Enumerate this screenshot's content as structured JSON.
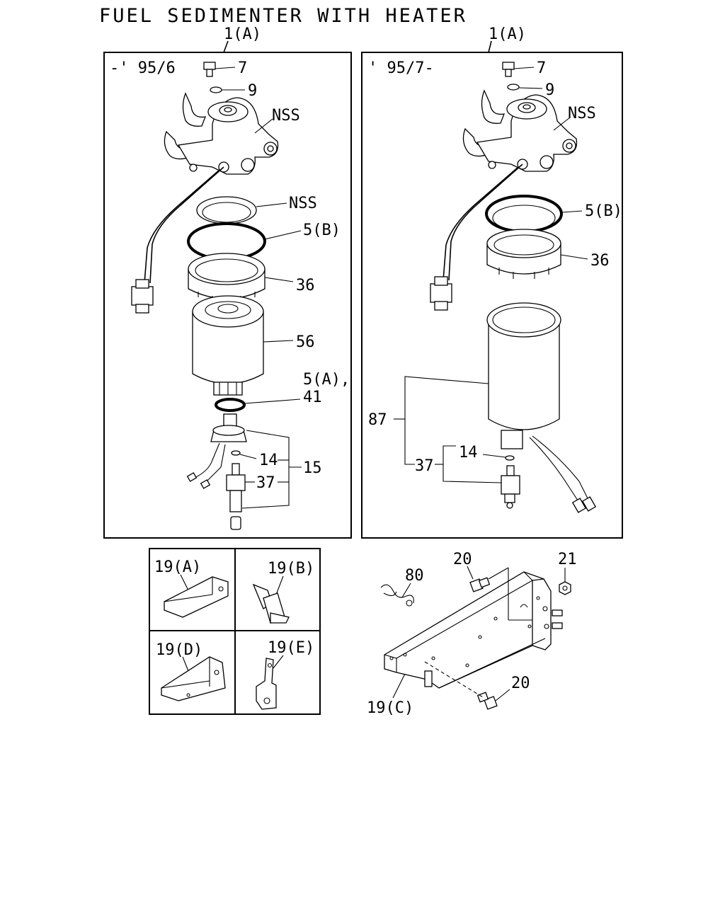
{
  "title": "FUEL SEDIMENTER WITH HEATER",
  "panels": {
    "left": {
      "ref": "1(A)",
      "period": "-' 95/6"
    },
    "right": {
      "ref": "1(A)",
      "period": "' 95/7-"
    }
  },
  "left_labels": {
    "p7": "7",
    "p9": "9",
    "nss_top": "NSS",
    "nss_ring": "NSS",
    "p5b": "5(B)",
    "p36": "36",
    "p56": "56",
    "p5a": "5(A),",
    "p41": "41",
    "p14": "14",
    "p37": "37",
    "p15": "15"
  },
  "right_labels": {
    "p7": "7",
    "p9": "9",
    "nss": "NSS",
    "p5b": "5(B)",
    "p36": "36",
    "p87": "87",
    "p14": "14",
    "p37": "37"
  },
  "bracket_options": {
    "a": "19(A)",
    "b": "19(B)",
    "d": "19(D)",
    "e": "19(E)"
  },
  "bracket_assembly": {
    "p20_top": "20",
    "p21": "21",
    "p80": "80",
    "p20_bottom": "20",
    "p19c": "19(C)"
  }
}
